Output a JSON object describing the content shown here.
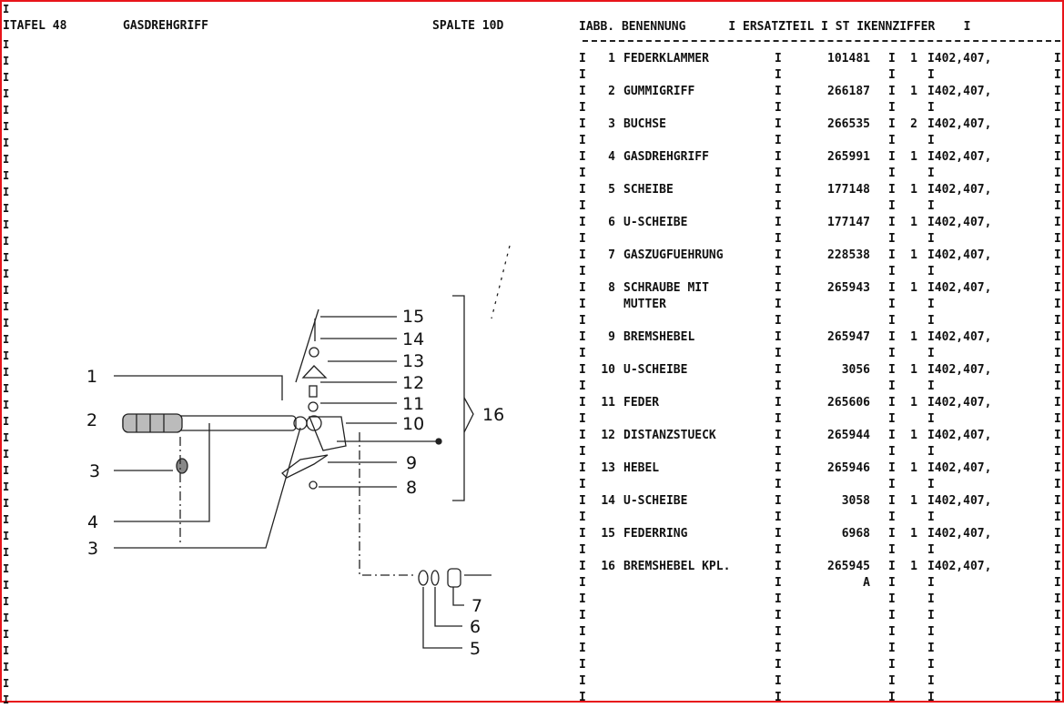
{
  "header": {
    "tafel": "ITAFEL 48",
    "title": "GASDREHGRIFF",
    "spalte": "SPALTE 10D"
  },
  "table": {
    "header": "IABB. BENENNUNG      I ERSATZTEIL I ST IKENNZIFFER    I",
    "rows": [
      {
        "no": "1",
        "name": "FEDERKLAMMER",
        "part": "101481",
        "qty": "1",
        "code": "I402,407,"
      },
      {
        "no": "2",
        "name": "GUMMIGRIFF",
        "part": "266187",
        "qty": "1",
        "code": "I402,407,"
      },
      {
        "no": "3",
        "name": "BUCHSE",
        "part": "266535",
        "qty": "2",
        "code": "I402,407,"
      },
      {
        "no": "4",
        "name": "GASDREHGRIFF",
        "part": "265991",
        "qty": "1",
        "code": "I402,407,"
      },
      {
        "no": "5",
        "name": "SCHEIBE",
        "part": "177148",
        "qty": "1",
        "code": "I402,407,"
      },
      {
        "no": "6",
        "name": "U-SCHEIBE",
        "part": "177147",
        "qty": "1",
        "code": "I402,407,"
      },
      {
        "no": "7",
        "name": "GASZUGFUEHRUNG",
        "part": "228538",
        "qty": "1",
        "code": "I402,407,"
      },
      {
        "no": "8",
        "name": "SCHRAUBE MIT",
        "name2": "MUTTER",
        "part": "265943",
        "qty": "1",
        "code": "I402,407,"
      },
      {
        "no": "9",
        "name": "BREMSHEBEL",
        "part": "265947",
        "qty": "1",
        "code": "I402,407,"
      },
      {
        "no": "10",
        "name": "U-SCHEIBE",
        "part": "3056",
        "qty": "1",
        "code": "I402,407,"
      },
      {
        "no": "11",
        "name": "FEDER",
        "part": "265606",
        "qty": "1",
        "code": "I402,407,"
      },
      {
        "no": "12",
        "name": "DISTANZSTUECK",
        "part": "265944",
        "qty": "1",
        "code": "I402,407,"
      },
      {
        "no": "13",
        "name": "HEBEL",
        "part": "265946",
        "qty": "1",
        "code": "I402,407,"
      },
      {
        "no": "14",
        "name": "U-SCHEIBE",
        "part": "3058",
        "qty": "1",
        "code": "I402,407,"
      },
      {
        "no": "15",
        "name": "FEDERRING",
        "part": "6968",
        "qty": "1",
        "code": "I402,407,"
      },
      {
        "no": "16",
        "name": "BREMSHEBEL KPL.",
        "part": "265945",
        "qty": "1",
        "code": "I402,407,",
        "note": "A"
      }
    ],
    "sep": "I"
  },
  "diagram": {
    "labels": [
      "1",
      "2",
      "3",
      "4",
      "3",
      "15",
      "14",
      "13",
      "12",
      "11",
      "10",
      "9",
      "8",
      "16",
      "7",
      "6",
      "5"
    ]
  }
}
